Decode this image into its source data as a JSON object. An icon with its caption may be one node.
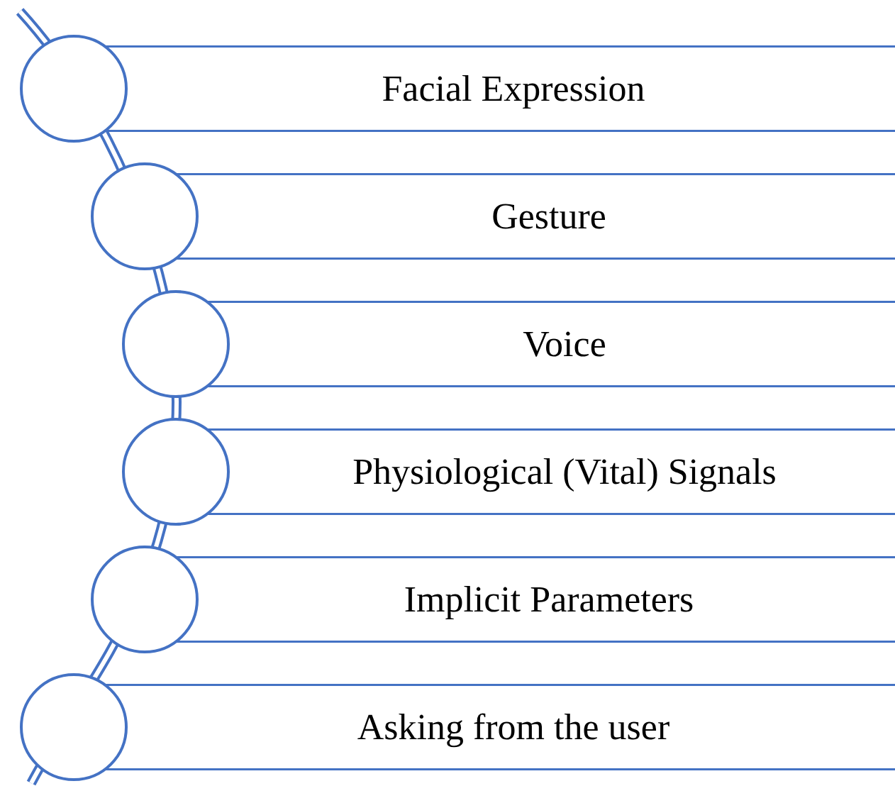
{
  "diagram": {
    "nodes": [
      {
        "text": [
          "Facial Expression"
        ]
      },
      {
        "text": [
          "Gesture"
        ]
      },
      {
        "text": [
          "Voice"
        ]
      },
      {
        "text": [
          "Physiological (Vital) Signals"
        ]
      },
      {
        "text": [
          "Implicit Parameters"
        ]
      },
      {
        "text": [
          "Asking from the user"
        ]
      }
    ]
  }
}
